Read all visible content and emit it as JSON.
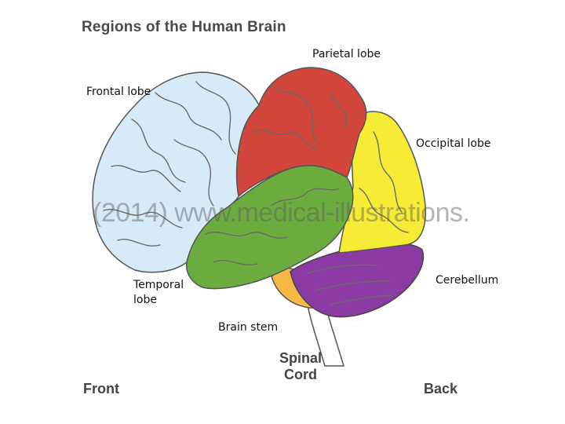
{
  "title": "Regions of the Human Brain",
  "labels": {
    "parietal": "Parietal lobe",
    "frontal": "Frontal lobe",
    "occipital": "Occipital lobe",
    "temporal_line1": "Temporal",
    "temporal_line2": "lobe",
    "cerebellum": "Cerebellum",
    "brain_stem": "Brain stem",
    "spinal_line1": "Spinal",
    "spinal_line2": "Cord",
    "front": "Front",
    "back": "Back"
  },
  "watermark": "(2014) www.medical-illustrations.",
  "colors": {
    "frontal": "#d6ebf7",
    "parietal": "#d2463c",
    "occipital": "#f7ec35",
    "temporal": "#6cac3e",
    "cerebellum": "#8c3ba4",
    "brain_stem": "#f6b744",
    "spinal_cord": "#ffffff"
  }
}
